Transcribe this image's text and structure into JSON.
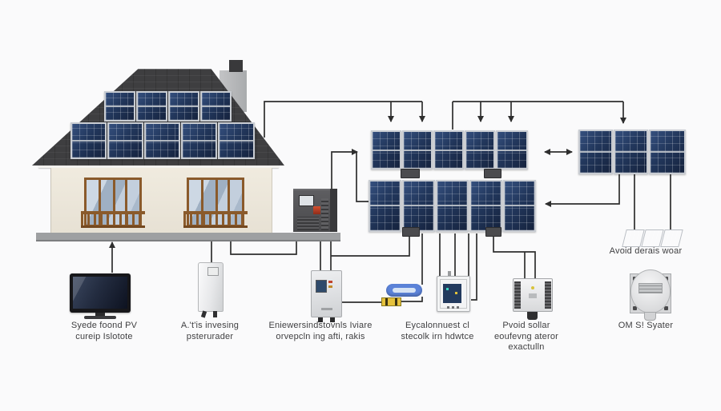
{
  "colors": {
    "background": "#fafafb",
    "wire": "#2e2e2e",
    "panel_blue": "#22375c",
    "roof_gray": "#3e3e40",
    "wall_cream": "#ece7db",
    "window_frame_brown": "#8a5a2b",
    "ground_bar_gray": "#9ea0a2",
    "capsule_blue": "#5b82d8",
    "fuse_yellow": "#e6c23c"
  },
  "diagram": {
    "annotation_small_panels": "Avoid derais woar",
    "labels": [
      {
        "line1": "Syede foond PV",
        "line2": "cureip Islotote"
      },
      {
        "line1": "A.'t'is invesing",
        "line2": "psterurader"
      },
      {
        "line1": "Eniewersindstovnls Iviare",
        "line2": "orvepcln ing afti, rakis"
      },
      {
        "line1": "Eycalonnuest cl",
        "line2": "stecolk irn hdwtce"
      },
      {
        "line1": "Pvoid sollar",
        "line2": "eoufevng ateror",
        "line3": "exactulln"
      },
      {
        "line1": "OM S! Syater"
      }
    ]
  }
}
